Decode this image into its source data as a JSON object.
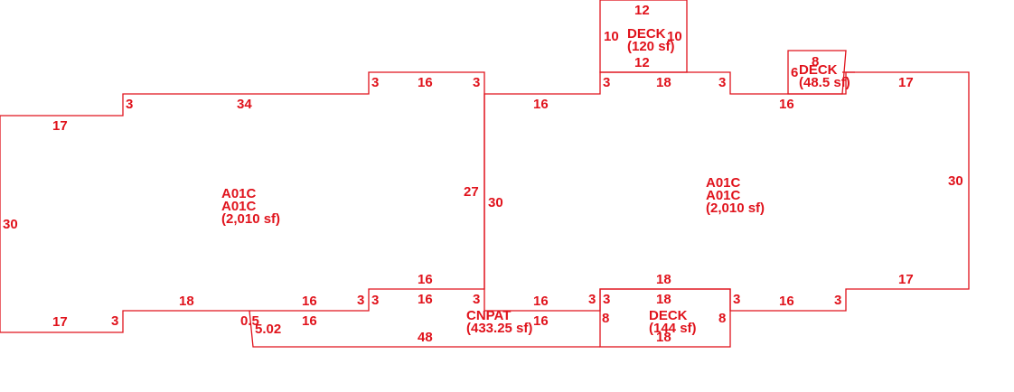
{
  "diagram": {
    "line_color": "#e0131c",
    "areas": {
      "left_house": {
        "code1": "A01C",
        "code2": "A01C",
        "area": "(2,010 sf)"
      },
      "right_house": {
        "code1": "A01C",
        "code2": "A01C",
        "area": "(2,010 sf)"
      },
      "top_deck": {
        "label": "DECK",
        "area": "(120 sf)"
      },
      "small_deck": {
        "label": "DECK",
        "area": "(48.5 sf)"
      },
      "bottom_deck": {
        "label": "DECK",
        "area": "(144 sf)"
      },
      "patio": {
        "label": "CNPAT",
        "area": "(433.25 sf)"
      }
    },
    "dimensions": {
      "left_outer_top": "17",
      "left_step_up": "3",
      "left_top": "34",
      "left_upper_step": "3",
      "left_upper_top": "16",
      "left_upper_step_r": "3",
      "left_side": "30",
      "left_bottom_outer": "17",
      "left_bottom_step": "3",
      "left_bottom_18": "18",
      "left_bottom_16": "16",
      "left_bottom_step2": "3",
      "left_step3": "3",
      "left_inner_16": "16",
      "left_lower_16": "16",
      "left_lower_step": "3",
      "center_27": "27",
      "center_30": "30",
      "patio_05": "0.5",
      "patio_502": "5.02",
      "patio_16a": "16",
      "patio_48": "48",
      "patio_16b": "16",
      "right_bottom_16": "16",
      "right_bottom_step": "3",
      "right_top_16": "16",
      "right_top_step": "3",
      "top_deck_top": "12",
      "top_deck_left": "10",
      "top_deck_right": "10",
      "top_deck_bottom": "12",
      "right_top_18": "18",
      "right_top_step2": "3",
      "right_top_16b": "16",
      "small_deck_top": "8",
      "small_deck_side": "6",
      "right_top_17": "17",
      "right_side": "30",
      "right_bottom_17": "17",
      "right_bottom_step2": "3",
      "right_bottom_16b": "16",
      "right_bottom_18_top": "18",
      "bottom_deck_step_l": "3",
      "bottom_deck_top": "18",
      "bottom_deck_step_r": "3",
      "bottom_deck_left": "8",
      "bottom_deck_right": "8",
      "bottom_deck_bottom": "18"
    }
  }
}
